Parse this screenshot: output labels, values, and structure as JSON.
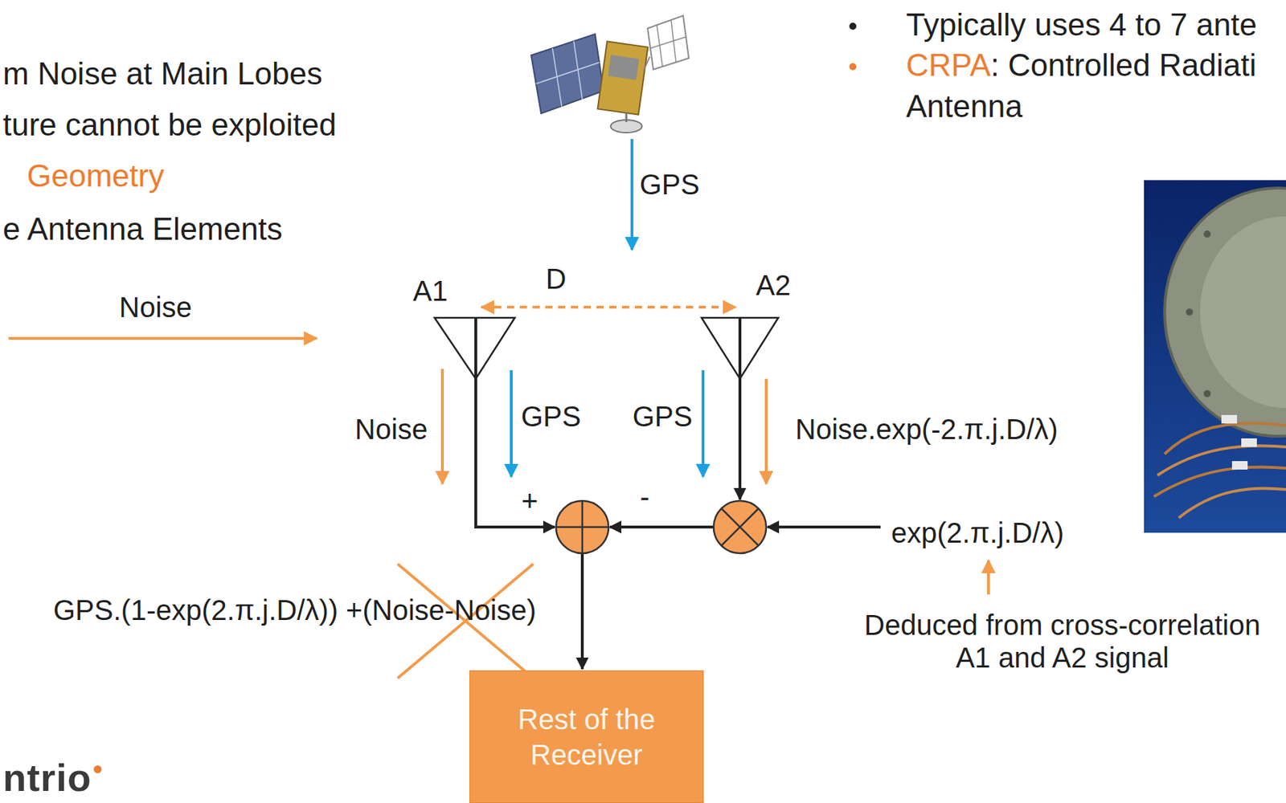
{
  "diagram": {
    "nodes": [
      {
        "text": [
          "Rest of the Receiver"
        ]
      }
    ],
    "labels": [
      "m Noise at Main Lobes",
      "ture cannot be exploited",
      "Geometry",
      "e Antenna Elements",
      "Noise",
      "GPS",
      "A1",
      "D",
      "A2",
      "Noise",
      "GPS",
      "GPS",
      "Noise.exp(-2.π.j.D/λ)",
      "+",
      "-",
      "exp(2.π.j.D/λ)",
      "GPS.(1-exp(2.π.j.D/λ)) +(Noise-Noise)",
      "Deduced from cross-correlation A1 and A2 signal",
      "Typically uses 4 to 7 ante",
      "CRPA",
      ": Controlled Radiati",
      "Antenna",
      "ntrio"
    ]
  }
}
